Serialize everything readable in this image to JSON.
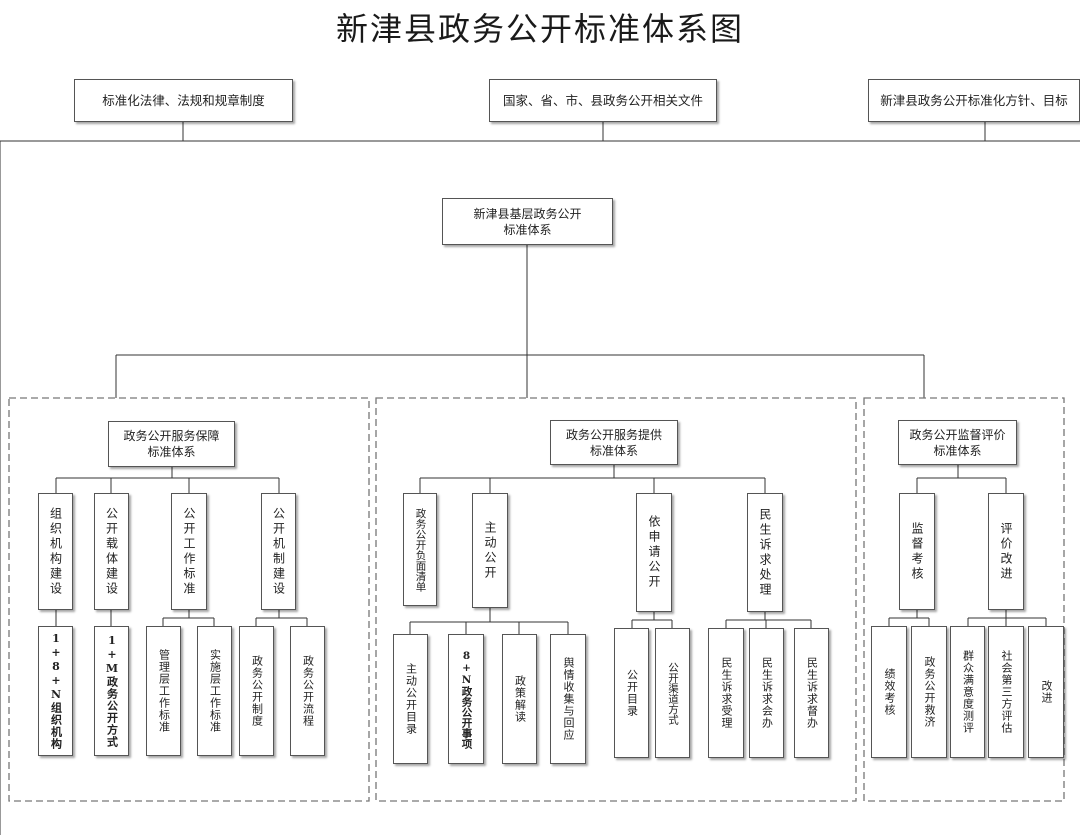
{
  "title": "新津县政务公开标准体系图",
  "inputs": [
    "标准化法律、法规和规章制度",
    "国家、省、市、县政务公开相关文件",
    "新津县政务公开标准化方针、目标"
  ],
  "root": "新津县基层政务公开\n标准体系",
  "sections": [
    {
      "label": "政务公开服务保障\n标准体系",
      "groups": [
        {
          "label": "组织机构建设",
          "children": [
            "1+8+N组织机构"
          ]
        },
        {
          "label": "公开载体建设",
          "children": [
            "1+M政务公开方式"
          ]
        },
        {
          "label": "公开工作标准",
          "children": [
            "管理层工作标准",
            "实施层工作标准"
          ]
        },
        {
          "label": "公开机制建设",
          "children": [
            "政务公开制度",
            "政务公开流程"
          ]
        }
      ]
    },
    {
      "label": "政务公开服务提供\n标准体系",
      "groups": [
        {
          "label": "政务公开负面清单",
          "children": []
        },
        {
          "label": "主动公开",
          "children": [
            "主动公开目录",
            "8+N政务公开事项",
            "政策解读",
            "舆情收集与回应"
          ]
        },
        {
          "label": "依申请公开",
          "children": [
            "公开目录",
            "公开渠道方式"
          ]
        },
        {
          "label": "民生诉求处理",
          "children": [
            "民生诉求受理",
            "民生诉求会办",
            "民生诉求督办"
          ]
        }
      ]
    },
    {
      "label": "政务公开监督评价\n标准体系",
      "groups": [
        {
          "label": "监督考核",
          "children": [
            "绩效考核",
            "政务公开救济"
          ]
        },
        {
          "label": "评价改进",
          "children": [
            "群众满意度测评",
            "社会第三方评估",
            "改进"
          ]
        }
      ]
    }
  ]
}
